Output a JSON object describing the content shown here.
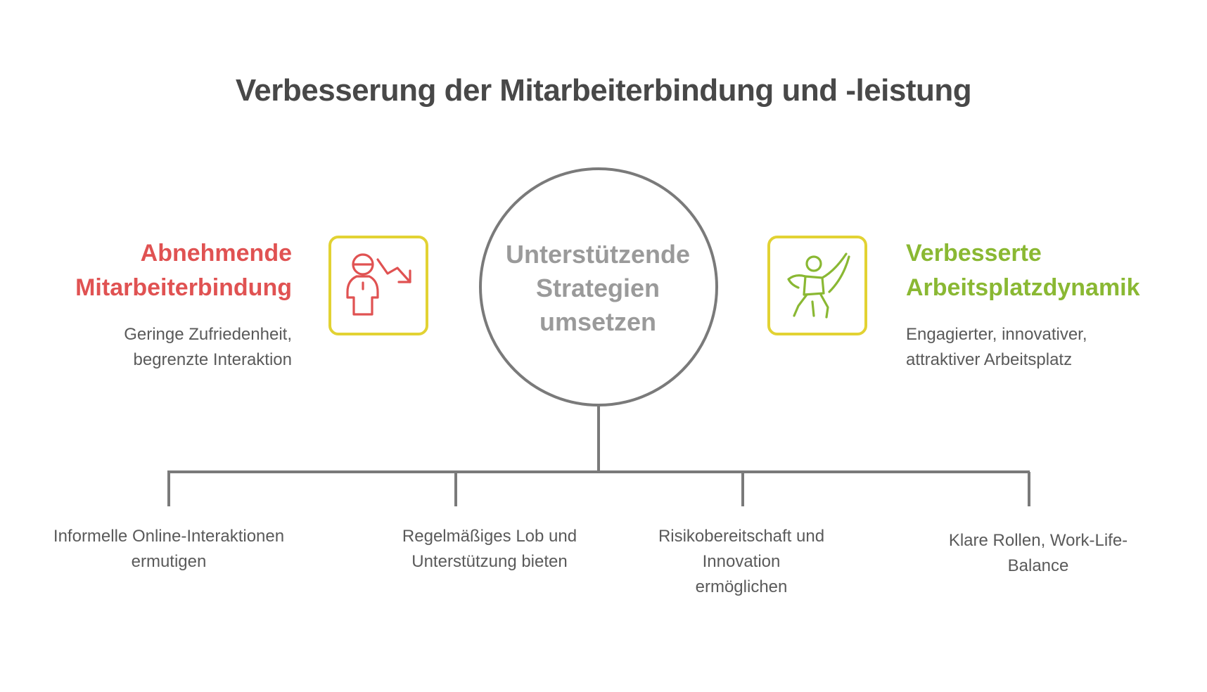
{
  "title": "Verbesserung der Mitarbeiterbindung und -leistung",
  "center": {
    "lines": [
      "Unterstützende",
      "Strategien",
      "umsetzen"
    ]
  },
  "left": {
    "heading_lines": [
      "Abnehmende",
      "Mitarbeiterbindung"
    ],
    "desc_lines": [
      "Geringe Zufriedenheit,",
      "begrenzte Interaktion"
    ],
    "icon": "declining-person-icon",
    "color": "#e05252"
  },
  "right": {
    "heading_lines": [
      "Verbesserte",
      "Arbeitsplatzdynamik"
    ],
    "desc_lines": [
      "Engagierter, innovativer,",
      "attraktiver Arbeitsplatz"
    ],
    "icon": "energetic-person-icon",
    "color": "#8ab833"
  },
  "icon_frame_color": "#e2d233",
  "strategies": [
    {
      "lines": [
        "Informelle Online-Interaktionen",
        "ermutigen"
      ]
    },
    {
      "lines": [
        "Regelmäßiges Lob und",
        "Unterstützung bieten"
      ]
    },
    {
      "lines": [
        "Risikobereitschaft und Innovation",
        "ermöglichen"
      ]
    },
    {
      "lines": [
        "Klare Rollen, Work-Life-Balance"
      ]
    }
  ]
}
